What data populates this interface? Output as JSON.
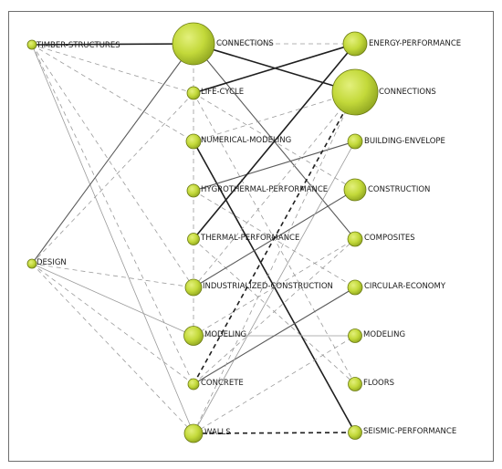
{
  "nodes": {
    "timber_structures": {
      "label": "TIMBER-STRUCTURES",
      "size": 5
    },
    "design": {
      "label": "DESIGN",
      "size": 5
    },
    "connections_mid": {
      "label": "CONNECTIONS",
      "size": 23
    },
    "life_cycle": {
      "label": "LIFE-CYCLE",
      "size": 7
    },
    "numerical_modeling": {
      "label": "NUMERICAL-MODELING",
      "size": 8
    },
    "hygrothermal_performance": {
      "label": "HYGROTHERMAL-PERFORMANCE",
      "size": 7
    },
    "thermal_performance": {
      "label": "THERMAL-PERFORMANCE",
      "size": 6.5
    },
    "industrialized_construction": {
      "label": "INDUSTRIALIZED-CONSTRUCTION",
      "size": 9
    },
    "modeling_mid": {
      "label": "MODELING",
      "size": 10.5
    },
    "concrete": {
      "label": "CONCRETE",
      "size": 6
    },
    "walls": {
      "label": "WALLS",
      "size": 10
    },
    "energy_performance": {
      "label": "ENERGY-PERFORMANCE",
      "size": 13
    },
    "connections_right": {
      "label": "CONNECTIONS",
      "size": 25
    },
    "building_envelope": {
      "label": "BUILDING-ENVELOPE",
      "size": 8
    },
    "construction": {
      "label": "CONSTRUCTION",
      "size": 12
    },
    "composites": {
      "label": "COMPOSITES",
      "size": 8
    },
    "circular_economy": {
      "label": "CIRCULAR-ECONOMY",
      "size": 8
    },
    "modeling_right": {
      "label": "MODELING",
      "size": 7.5
    },
    "floors": {
      "label": "FLOORS",
      "size": 7.5
    },
    "seismic_performance": {
      "label": "SEISMIC-PERFORMANCE",
      "size": 7.5
    }
  },
  "links": [
    {
      "from": "timber_structures",
      "to": "connections_mid",
      "style": "solid",
      "weight": "heavy"
    },
    {
      "from": "timber_structures",
      "to": "life_cycle",
      "style": "dashed",
      "weight": "light"
    },
    {
      "from": "timber_structures",
      "to": "numerical_modeling",
      "style": "dashed",
      "weight": "light"
    },
    {
      "from": "timber_structures",
      "to": "industrialized_construction",
      "style": "dashed",
      "weight": "light"
    },
    {
      "from": "timber_structures",
      "to": "concrete",
      "style": "dashed",
      "weight": "light"
    },
    {
      "from": "timber_structures",
      "to": "walls",
      "style": "solid",
      "weight": "light"
    },
    {
      "from": "design",
      "to": "connections_mid",
      "style": "solid",
      "weight": "medium"
    },
    {
      "from": "design",
      "to": "life_cycle",
      "style": "dashed",
      "weight": "light"
    },
    {
      "from": "design",
      "to": "industrialized_construction",
      "style": "dashed",
      "weight": "light"
    },
    {
      "from": "design",
      "to": "modeling_mid",
      "style": "solid",
      "weight": "light"
    },
    {
      "from": "design",
      "to": "concrete",
      "style": "dashed",
      "weight": "light"
    },
    {
      "from": "design",
      "to": "walls",
      "style": "dashed",
      "weight": "light"
    },
    {
      "from": "connections_mid",
      "to": "energy_performance",
      "style": "dashed",
      "weight": "light"
    },
    {
      "from": "connections_mid",
      "to": "connections_right",
      "style": "solid",
      "weight": "heavy"
    },
    {
      "from": "connections_mid",
      "to": "composites",
      "style": "solid",
      "weight": "medium"
    },
    {
      "from": "connections_mid",
      "to": "modeling_mid",
      "style": "dashed",
      "weight": "light"
    },
    {
      "from": "life_cycle",
      "to": "energy_performance",
      "style": "solid",
      "weight": "heavy"
    },
    {
      "from": "life_cycle",
      "to": "construction",
      "style": "dashed",
      "weight": "light"
    },
    {
      "from": "life_cycle",
      "to": "floors",
      "style": "dashed",
      "weight": "light"
    },
    {
      "from": "numerical_modeling",
      "to": "seismic_performance",
      "style": "solid",
      "weight": "heavy"
    },
    {
      "from": "numerical_modeling",
      "to": "connections_right",
      "style": "dashed",
      "weight": "light"
    },
    {
      "from": "hygrothermal_performance",
      "to": "building_envelope",
      "style": "solid",
      "weight": "medium"
    },
    {
      "from": "hygrothermal_performance",
      "to": "circular_economy",
      "style": "dashed",
      "weight": "light"
    },
    {
      "from": "thermal_performance",
      "to": "energy_performance",
      "style": "solid",
      "weight": "heavy"
    },
    {
      "from": "thermal_performance",
      "to": "floors",
      "style": "dashed",
      "weight": "light"
    },
    {
      "from": "industrialized_construction",
      "to": "construction",
      "style": "solid",
      "weight": "medium"
    },
    {
      "from": "industrialized_construction",
      "to": "connections_right",
      "style": "dashed",
      "weight": "light"
    },
    {
      "from": "modeling_mid",
      "to": "modeling_right",
      "style": "solid",
      "weight": "light"
    },
    {
      "from": "modeling_mid",
      "to": "composites",
      "style": "dashed",
      "weight": "light"
    },
    {
      "from": "concrete",
      "to": "connections_right",
      "style": "dashed",
      "weight": "heavy"
    },
    {
      "from": "concrete",
      "to": "circular_economy",
      "style": "solid",
      "weight": "medium"
    },
    {
      "from": "concrete",
      "to": "composites",
      "style": "dashed",
      "weight": "light"
    },
    {
      "from": "walls",
      "to": "seismic_performance",
      "style": "dashed",
      "weight": "heavy"
    },
    {
      "from": "walls",
      "to": "building_envelope",
      "style": "solid",
      "weight": "light"
    },
    {
      "from": "walls",
      "to": "modeling_right",
      "style": "dashed",
      "weight": "light"
    },
    {
      "from": "walls",
      "to": "connections_right",
      "style": "dashed",
      "weight": "light"
    }
  ],
  "colors": {
    "node_fill": "#c3d93a",
    "node_highlight": "#e3f07c",
    "node_stroke": "#6b7a12",
    "link_dark": "#1e1e1e",
    "link_mid": "#5a5a5a",
    "link_light": "#9a9a9a",
    "frame": "#6e6e6e"
  }
}
